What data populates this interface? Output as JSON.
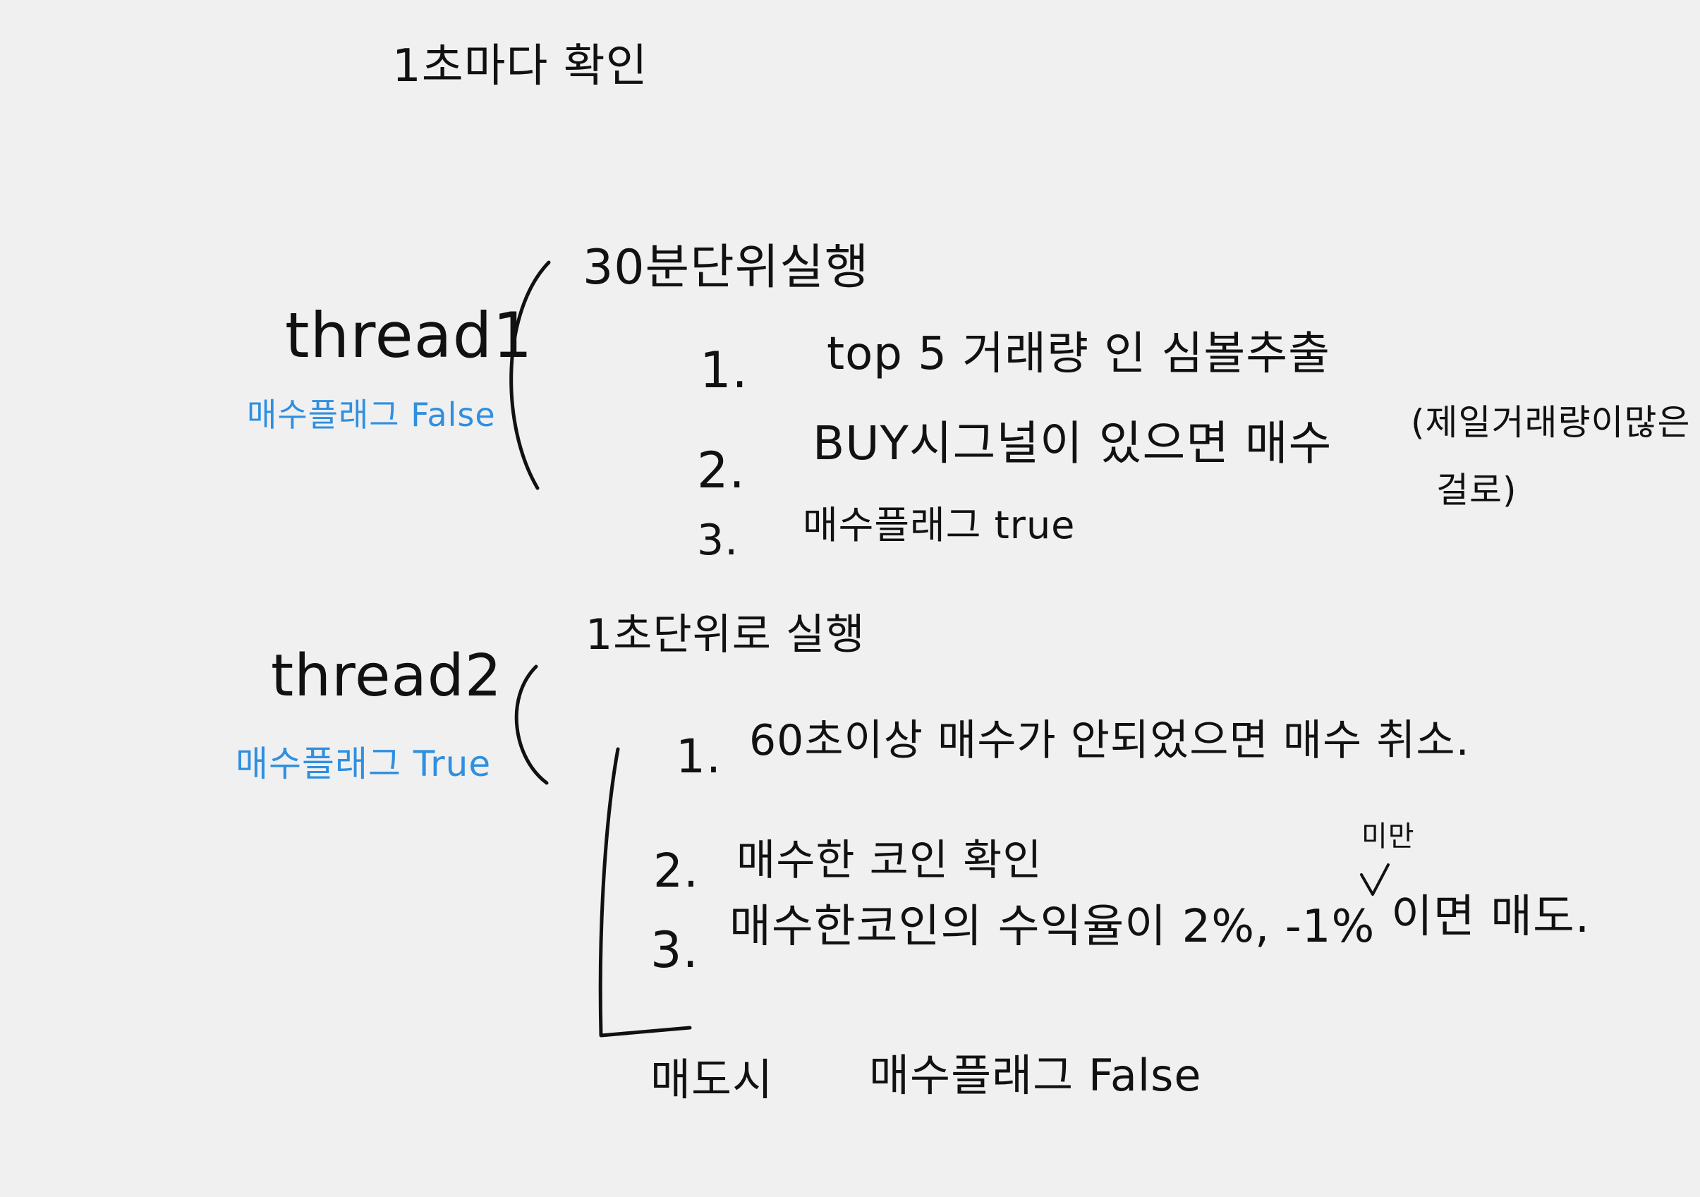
{
  "colors": {
    "background": "#f0f0f0",
    "ink": "#111111",
    "annotation": "#2f8fe0"
  },
  "title": "1초마다 확인",
  "thread1": {
    "name": "thread1",
    "flag_note": "매수플래그 False",
    "period": "30분단위실행",
    "steps": [
      {
        "num": "1.",
        "text": "top 5 거래량 인 심볼추출"
      },
      {
        "num": "2.",
        "text": "BUY시그널이 있으면 매수"
      },
      {
        "num": "3.",
        "text": "매수플래그 true"
      }
    ],
    "side_note_line1": "(제일거래량이많은",
    "side_note_line2": "걸로)"
  },
  "thread2": {
    "name": "thread2",
    "flag_note": "매수플래그 True",
    "period": "1초단위로 실행",
    "steps": [
      {
        "num": "1.",
        "text": "60초이상 매수가 안되었으면 매수 취소."
      },
      {
        "num": "2.",
        "text": "매수한 코인 확인"
      },
      {
        "num": "3.",
        "text": "매수한코인의 수익율이 2%, -1%"
      },
      {
        "text": "이면 매도."
      }
    ],
    "insert_note": "미만",
    "footer_left": "매도시",
    "footer_right": "매수플래그 False"
  }
}
